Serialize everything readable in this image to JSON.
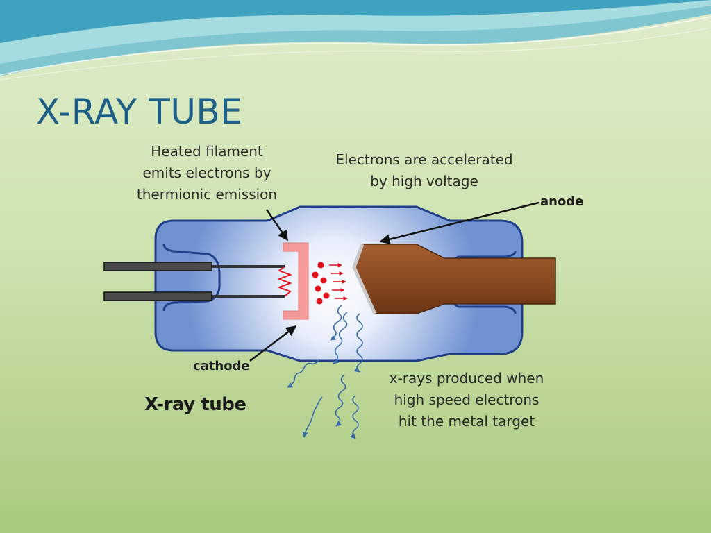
{
  "slide": {
    "title": "X-RAY TUBE"
  },
  "diagram": {
    "label_filament": [
      "Heated filament",
      "emits electrons by",
      "thermionic emission"
    ],
    "label_accelerated": [
      "Electrons are accelerated",
      "by high voltage"
    ],
    "label_anode": "anode",
    "label_cathode": "cathode",
    "label_xrays": [
      "x-rays produced when",
      "high speed electrons",
      "hit the metal target"
    ],
    "caption": "X-ray tube"
  },
  "colors": {
    "title": "#1d5f86",
    "tube_glass": "#7f9fd8",
    "tube_outline": "#1f3f8a",
    "cathode_cup": "#f49a9a",
    "anode": "#8a4a22",
    "electrons": "#e0101a",
    "xray_wave": "#3a6aa8"
  }
}
